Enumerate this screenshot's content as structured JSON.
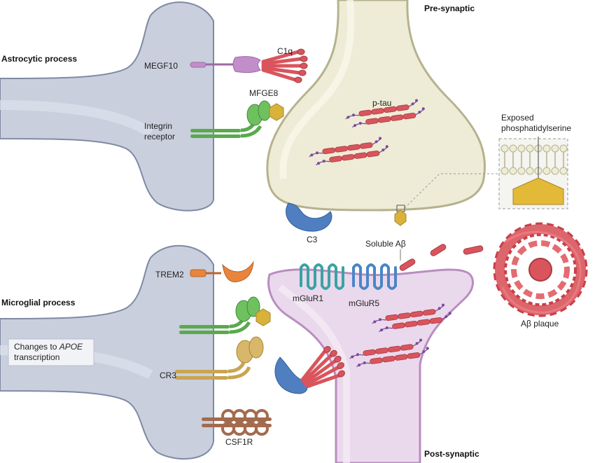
{
  "labels": {
    "pre_synaptic": "Pre-synaptic",
    "post_synaptic": "Post-synaptic",
    "astrocytic_process": "Astrocytic process",
    "microglial_process": "Microglial process",
    "megf10": "MEGF10",
    "c1q": "C1q",
    "mfge8": "MFGE8",
    "integrin_receptor_line1": "Integrin",
    "integrin_receptor_line2": "receptor",
    "p_tau": "p-tau",
    "exposed_ps_line1": "Exposed",
    "exposed_ps_line2": "phosphatidylserine",
    "c3": "C3",
    "soluble_abeta": "Soluble Aβ",
    "trem2": "TREM2",
    "mglur1": "mGluR1",
    "mglur5": "mGluR5",
    "abeta_plaque": "Aβ plaque",
    "apoe_box_line1_prefix": "Changes to ",
    "apoe_box_line1_italic": "APOE",
    "apoe_box_line2": "transcription",
    "cr3": "CR3",
    "csf1r": "CSF1R"
  },
  "colors": {
    "glia_fill": "#c9cfdd",
    "glia_stroke": "#7f8aa3",
    "presynaptic_fill": "#eeecd6",
    "presynaptic_stroke": "#b5b28d",
    "postsynaptic_fill": "#ead9ec",
    "postsynaptic_stroke": "#b98dc0",
    "c1q": "#d9545c",
    "c3": "#4f7fc0",
    "tau": "#d9545c",
    "tau_beads": "#7a4a9a",
    "integrin": "#5aa94e",
    "mfge8": "#d9b23a",
    "trem2": "#e9843c",
    "mglur1": "#3aa3a3",
    "mglur5": "#4a86c8",
    "cr3": "#c9a451",
    "csf1r": "#a36b4e",
    "plaque": "#d9545c",
    "megf10": "#c28ec9"
  }
}
